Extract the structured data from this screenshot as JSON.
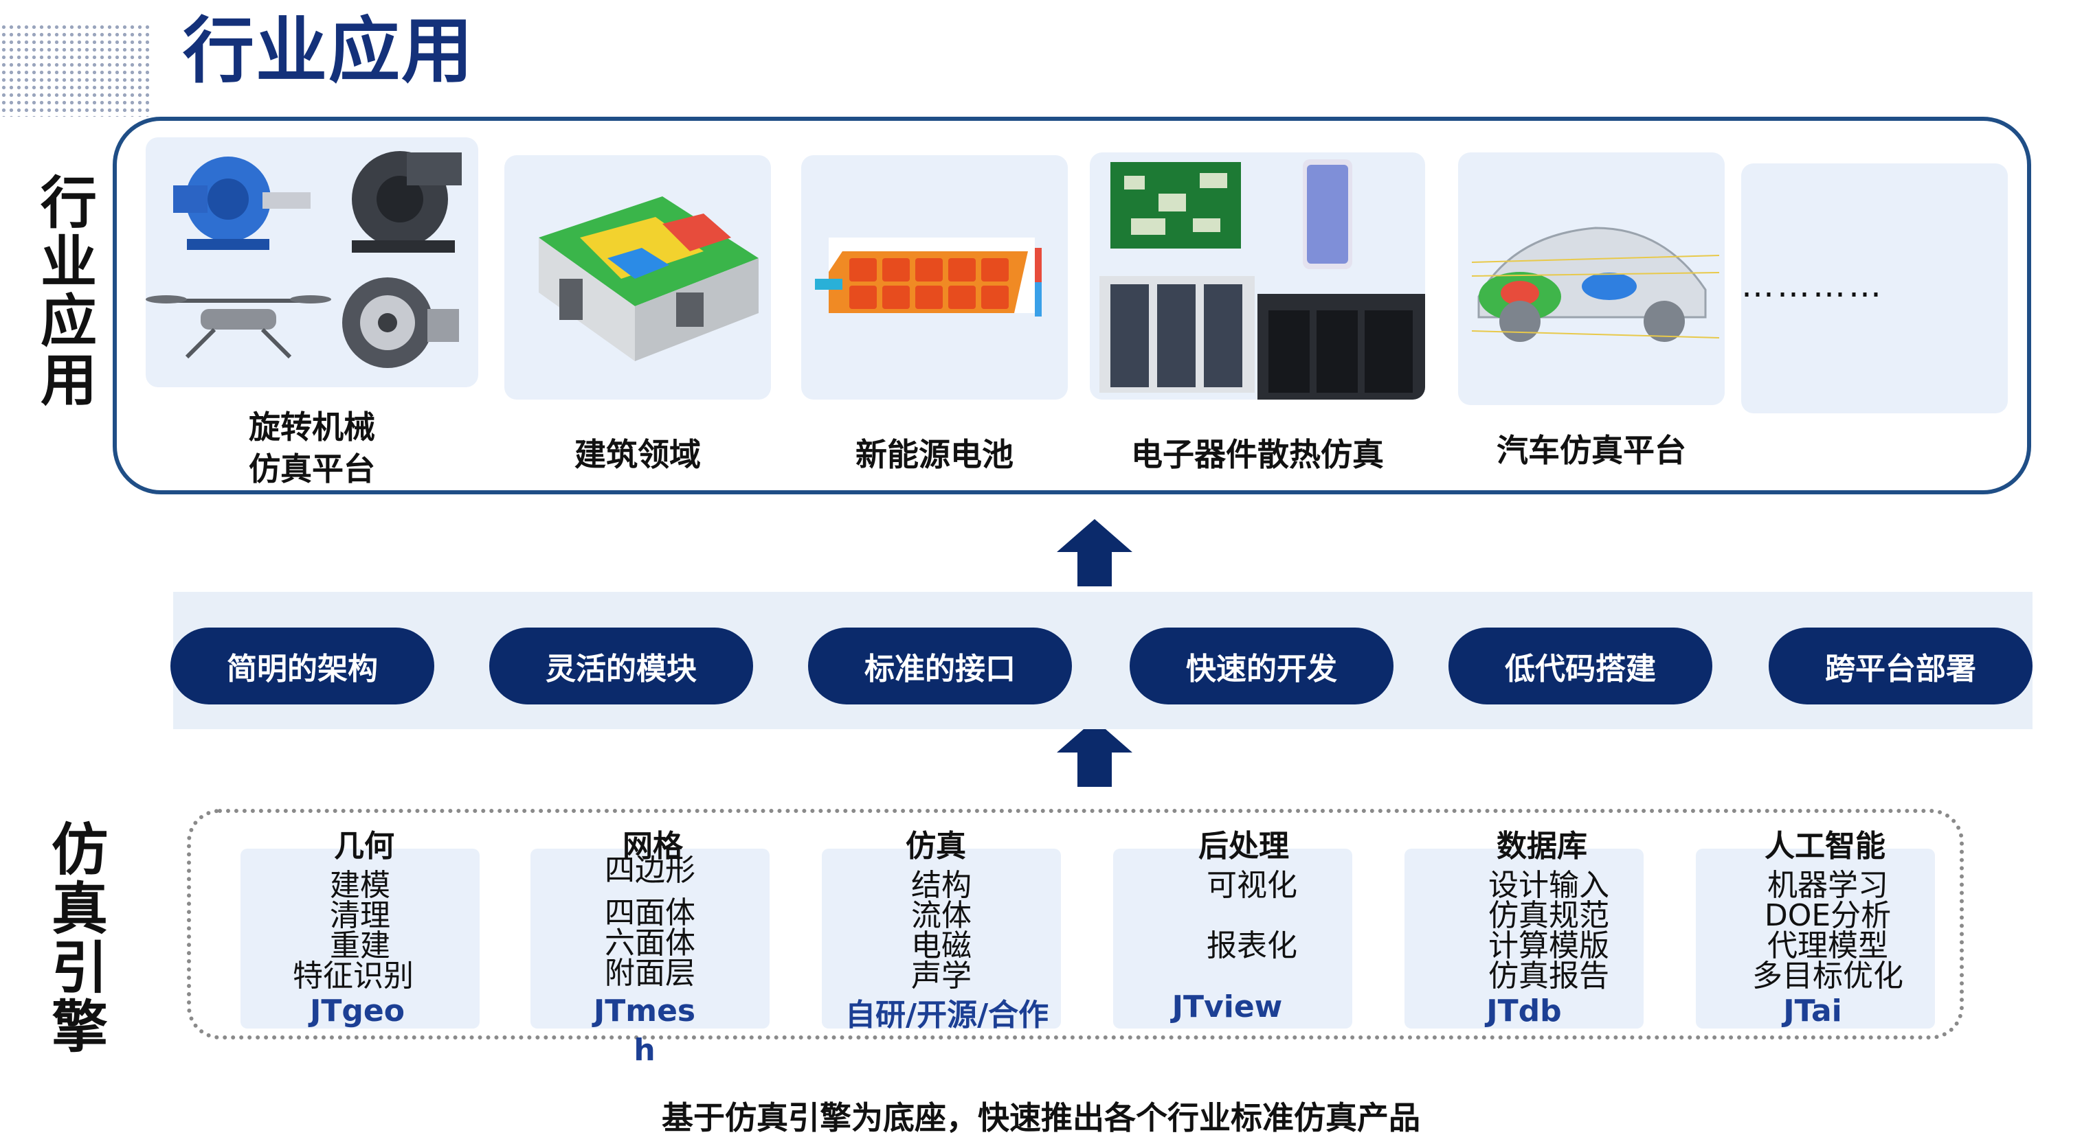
{
  "page_title": "行业应用",
  "side_labels": {
    "top": "行业应用",
    "bottom": "仿真引擎"
  },
  "applications": [
    {
      "label_line1": "旋转机械",
      "label_line2": "仿真平台"
    },
    {
      "label_line1": "建筑领域"
    },
    {
      "label_line1": "新能源电池"
    },
    {
      "label_line1": "电子器件散热仿真"
    },
    {
      "label_line1": "汽车仿真平台"
    },
    {
      "label_line1": "…………"
    }
  ],
  "features": [
    "简明的架构",
    "灵活的模块",
    "标准的接口",
    "快速的开发",
    "低代码搭建",
    "跨平台部署"
  ],
  "modules": [
    {
      "title": "几何",
      "items": [
        "建模",
        "清理",
        "重建",
        "特征识别"
      ],
      "product": "JTgeo"
    },
    {
      "title": "网格",
      "items": [
        "四边形",
        "四面体",
        "六面体",
        "附面层"
      ],
      "product_line1": "JTmes",
      "product_line2": "h"
    },
    {
      "title": "仿真",
      "items": [
        "结构",
        "流体",
        "电磁",
        "声学"
      ],
      "product": "自研/开源/合作"
    },
    {
      "title": "后处理",
      "items": [
        "可视化",
        "报表化"
      ],
      "product": "JTview"
    },
    {
      "title": "数据库",
      "items": [
        "设计输入",
        "仿真规范",
        "计算模版",
        "仿真报告"
      ],
      "product": "JTdb"
    },
    {
      "title": "人工智能",
      "items": [
        "机器学习",
        "DOE分析",
        "代理模型",
        "多目标优化"
      ],
      "product": "JTai"
    }
  ],
  "footer": "基于仿真引擎为底座，快速推出各个行业标准仿真产品",
  "colors": {
    "navy": "#0b2a6b",
    "title_blue": "#14317a",
    "frame_blue": "#1f4e86",
    "band": "#e8eff8",
    "product_blue": "#1c3f94"
  }
}
